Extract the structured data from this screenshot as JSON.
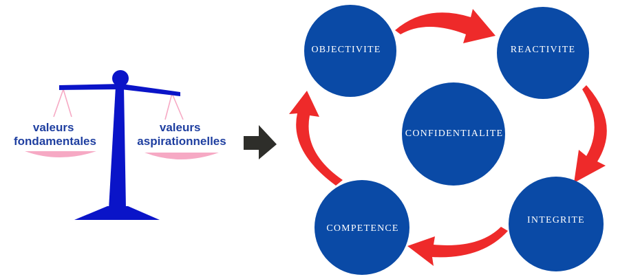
{
  "scale": {
    "left_lines": [
      "valeurs",
      "fondamentales"
    ],
    "right_lines": [
      "valeurs",
      "aspirationnelles"
    ]
  },
  "circles": {
    "objectivite": "OBJECTIVITE",
    "reactivite": "REACTIVITE",
    "confidentialite": "CONFIDENTIALITE",
    "integrite": "INTEGRITE",
    "competence": "COMPETENCE"
  },
  "colors": {
    "scale_blue": "#0a14c8",
    "label_blue": "#1f3fa0",
    "pan_pink": "#f6a9c4",
    "circle_blue": "#0a4aa6",
    "arrow_red": "#ee2a2a",
    "arrow_dark": "#2e2e2a"
  }
}
